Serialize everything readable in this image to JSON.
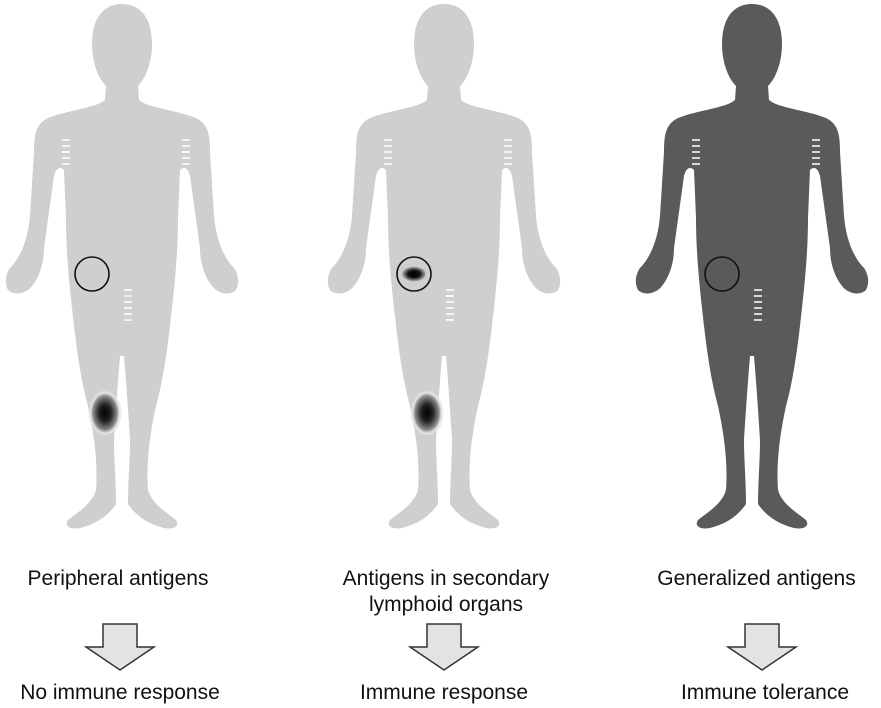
{
  "panels": [
    {
      "label": "Peripheral antigens",
      "outcome": "No immune response",
      "body_color": "#cfcfcf",
      "lymph_node_state": "empty",
      "knee_antigen": true
    },
    {
      "label": "Antigens in secondary lymphoid organs",
      "outcome": "Immune response",
      "body_color": "#cfcfcf",
      "lymph_node_state": "antigen-present",
      "knee_antigen": true
    },
    {
      "label": "Generalized antigens",
      "outcome": "Immune tolerance",
      "body_color": "#5a5a5a",
      "lymph_node_state": "empty",
      "knee_antigen": false
    }
  ],
  "colors": {
    "light_body": "#cfcfcf",
    "dark_body": "#5a5a5a",
    "arrow_fill": "#e3e3e3",
    "arrow_stroke": "#333333",
    "antigen_dark": "#111111"
  }
}
